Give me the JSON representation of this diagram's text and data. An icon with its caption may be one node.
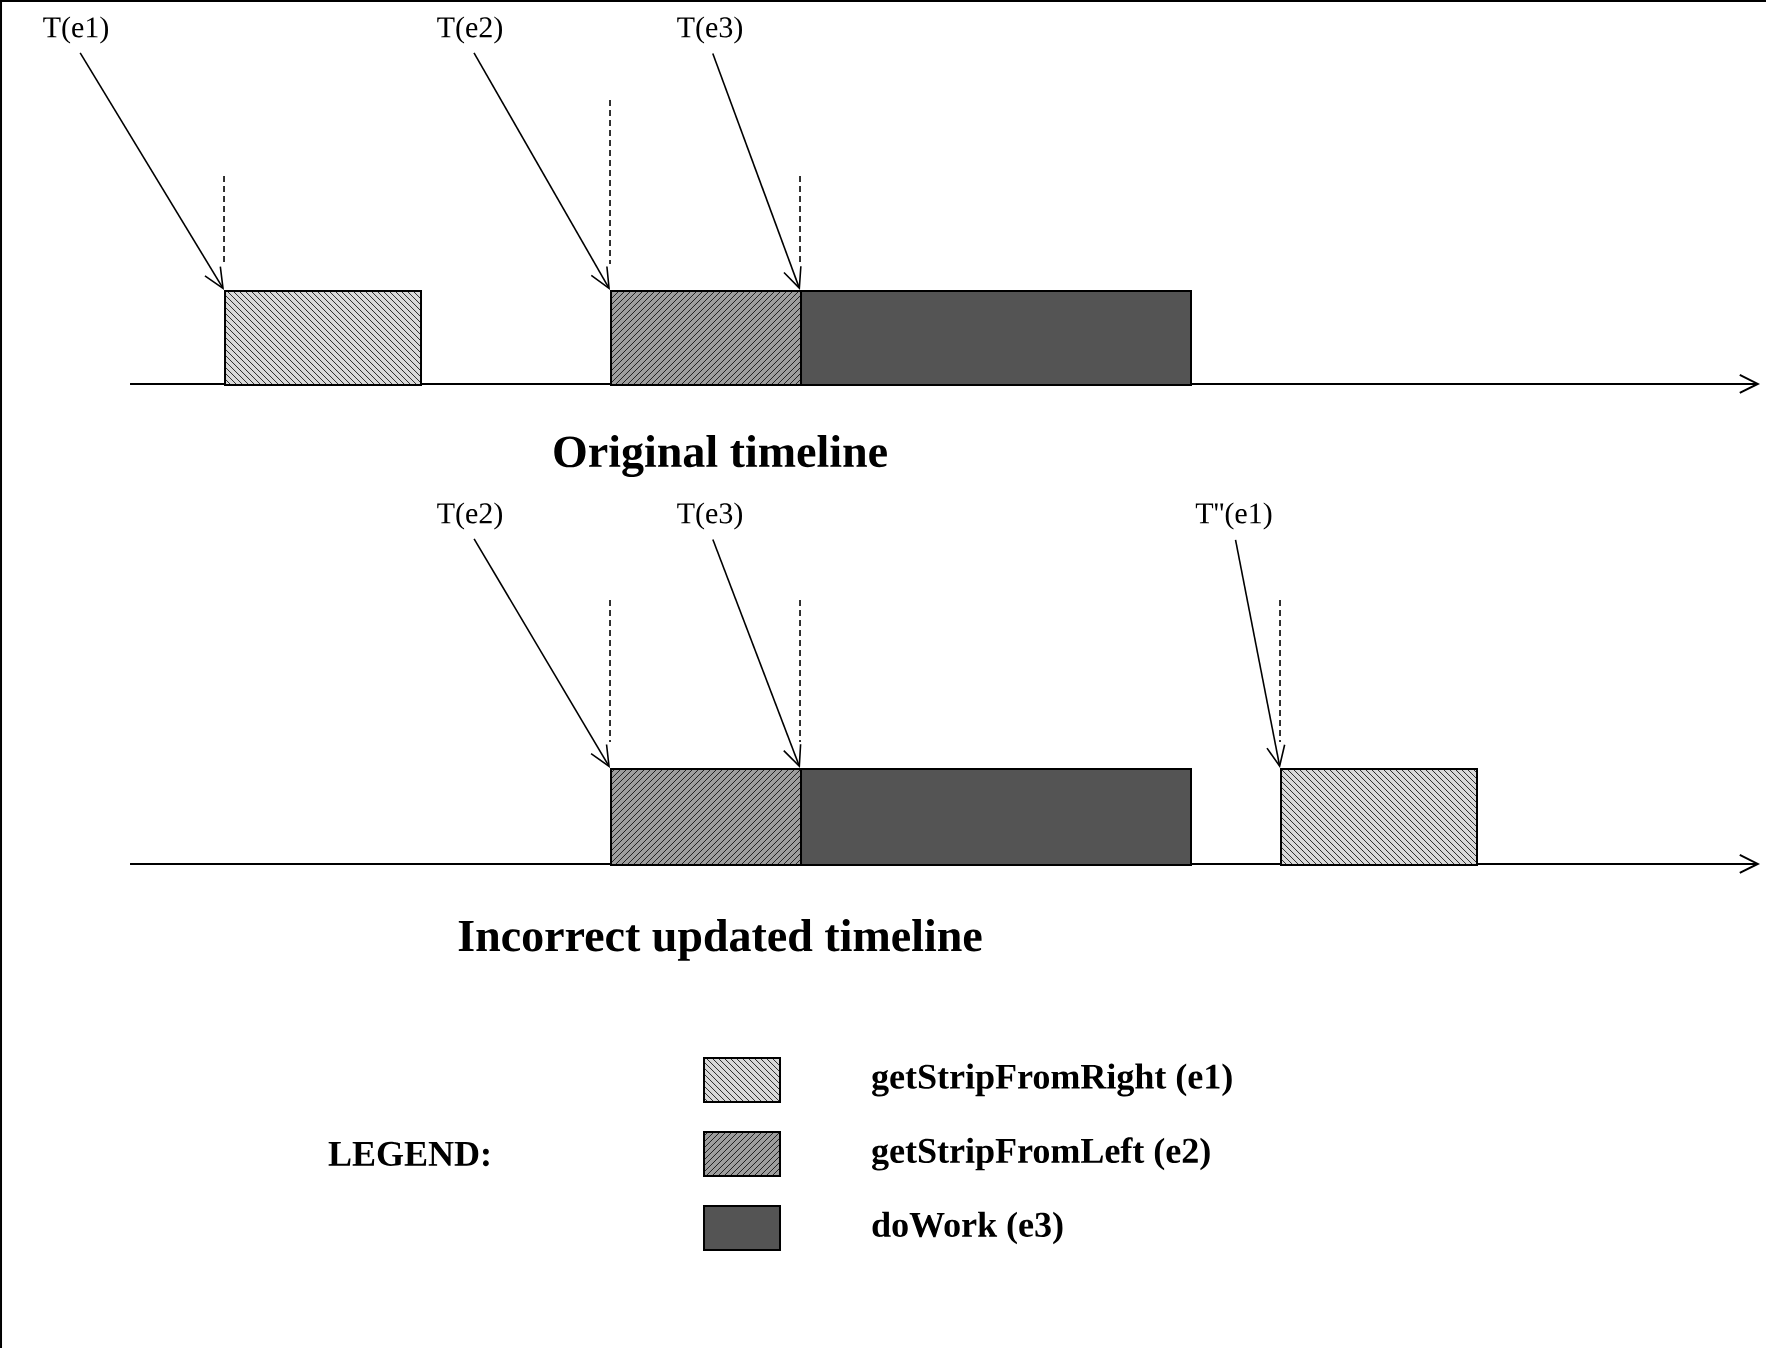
{
  "diagram": {
    "nodes": [
      {
        "text": [
          "T(e1)"
        ]
      },
      {
        "text": [
          "T(e2)"
        ]
      },
      {
        "text": [
          "T(e3)"
        ]
      },
      {
        "text": [],
        "shape": "bar"
      },
      {
        "text": [],
        "shape": "bar"
      },
      {
        "text": [],
        "shape": "bar"
      },
      {
        "text": [
          "T(e2)"
        ]
      },
      {
        "text": [
          "T(e3)"
        ]
      },
      {
        "text": [
          "T''(e1)"
        ]
      },
      {
        "text": [],
        "shape": "bar"
      },
      {
        "text": [],
        "shape": "bar"
      },
      {
        "text": [],
        "shape": "bar"
      }
    ],
    "edges": [
      {
        "from": 0,
        "to": 3,
        "arrow": "to"
      },
      {
        "from": 1,
        "to": 4,
        "arrow": "to"
      },
      {
        "from": 2,
        "to": 5,
        "arrow": "to"
      },
      {
        "from": 6,
        "to": 9,
        "arrow": "to"
      },
      {
        "from": 7,
        "to": 10,
        "arrow": "to"
      },
      {
        "from": 8,
        "to": 11,
        "arrow": "to"
      }
    ],
    "labels": [
      "Original timeline",
      "Incorrect updated timeline",
      "LEGEND:"
    ],
    "legend": [
      {
        "text": "getStripFromRight (e1)"
      },
      {
        "text": "getStripFromLeft (e2)"
      },
      {
        "text": "doWork (e3)"
      }
    ]
  }
}
